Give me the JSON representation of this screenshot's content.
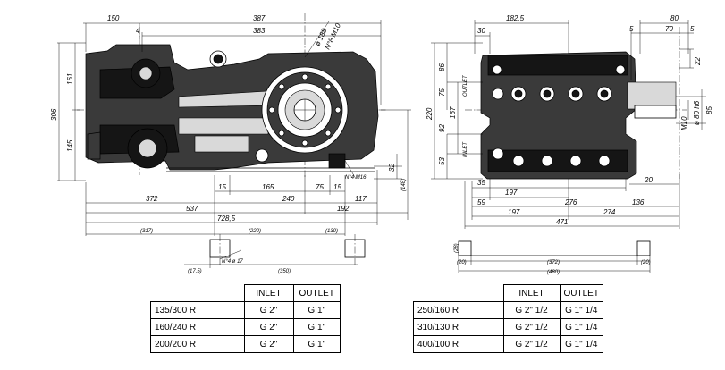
{
  "top_view": {
    "dim_150": "150",
    "dim_387": "387",
    "dim_383": "383",
    "dim_4": "4",
    "dim_phi188": "ø 188",
    "dim_m10": "N°8 M10",
    "dim_161": "161",
    "dim_306": "306",
    "dim_145": "145",
    "dim_32": "32",
    "dim_1481": "(148)",
    "dim_15a": "15",
    "dim_165": "165",
    "dim_75": "75",
    "dim_15b": "15",
    "dim_m16": "N°4 M16",
    "dim_372": "372",
    "dim_240": "240",
    "dim_117": "117",
    "dim_537": "537",
    "dim_192": "192",
    "dim_7285": "728,5",
    "dim_317": "(317)",
    "dim_220": "(220)",
    "dim_130": "(130)",
    "dim_175": "(17,5)",
    "dim_phi17": "N°4 ø 17",
    "dim_350": "(350)"
  },
  "side_view": {
    "dim_1825": "182,5",
    "dim_30": "30",
    "dim_80": "80",
    "dim_5a": "5",
    "dim_70": "70",
    "dim_5b": "5",
    "dim_22": "22",
    "dim_86": "86",
    "dim_220": "220",
    "dim_75": "75",
    "dim_167": "167",
    "dim_92": "92",
    "dim_53": "53",
    "outlet_label": "OUTLET",
    "inlet_label": "INLET",
    "dim_m10": "M10",
    "dim_phi80": "ø 80 h6",
    "dim_85": "85",
    "dim_35": "35",
    "dim_197a": "197",
    "dim_20": "20",
    "dim_59": "59",
    "dim_276": "276",
    "dim_136": "136",
    "dim_197b": "197",
    "dim_274": "274",
    "dim_471": "471",
    "dim_28": "(28)",
    "dim_20b": "(20)",
    "dim_372": "(372)",
    "dim_20c": "(20)",
    "dim_480": "(480)"
  },
  "table_left": {
    "head_inlet": "INLET",
    "head_outlet": "OUTLET",
    "rows": [
      {
        "model": "135/300  R",
        "inlet": "G  2\"",
        "outlet": "G  1\""
      },
      {
        "model": "160/240  R",
        "inlet": "G  2\"",
        "outlet": "G  1\""
      },
      {
        "model": "200/200  R",
        "inlet": "G  2\"",
        "outlet": "G  1\""
      }
    ]
  },
  "table_right": {
    "head_inlet": "INLET",
    "head_outlet": "OUTLET",
    "rows": [
      {
        "model": "250/160  R",
        "inlet": "G  2\"  1/2",
        "outlet": "G  1\"  1/4"
      },
      {
        "model": "310/130  R",
        "inlet": "G  2\"  1/2",
        "outlet": "G  1\"  1/4"
      },
      {
        "model": "400/100  R",
        "inlet": "G  2\"  1/2",
        "outlet": "G  1\"  1/4"
      }
    ]
  }
}
